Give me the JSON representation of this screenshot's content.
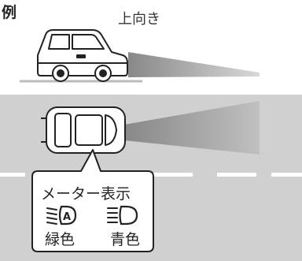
{
  "title": "例",
  "upward_label": "上向き",
  "callout": {
    "heading": "メーター表示",
    "indicators": [
      {
        "icon": "low-beam-auto-headlight-icon",
        "label": "緑色",
        "color_name": "green"
      },
      {
        "icon": "high-beam-headlight-icon",
        "label": "青色",
        "color_name": "blue"
      }
    ]
  },
  "colors": {
    "road": "#d0d0d0",
    "beam": "#9a9a9a",
    "lane_marking": "#ffffff",
    "outline": "#222222"
  }
}
